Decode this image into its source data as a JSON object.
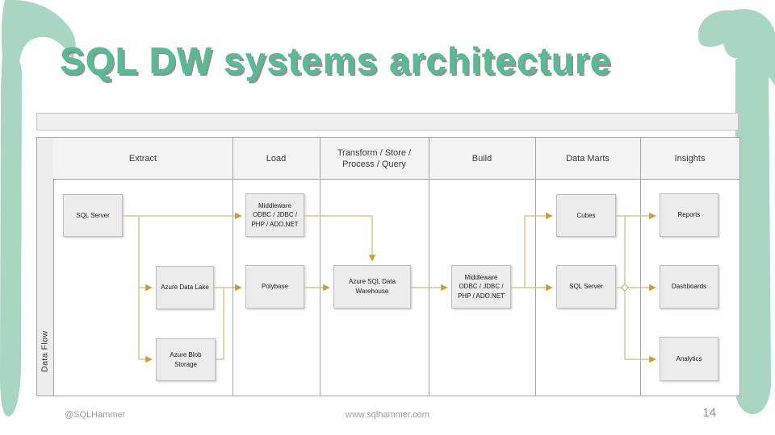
{
  "slide": {
    "title": "SQL DW systems architecture",
    "footer": {
      "left": "@SQLHammer",
      "center": "www.sqlhammer.com",
      "page_number": "14"
    }
  },
  "colors": {
    "decoration_teal": "#A9D6C2",
    "title_green": "#55BD93",
    "connector_gold": "#CDBB74",
    "arrowhead_gold": "#C19F3E",
    "node_fill": "#ECECEC"
  },
  "diagram": {
    "sidebar_label": "Data Flow",
    "columns": [
      {
        "label": "Extract"
      },
      {
        "label": "Load"
      },
      {
        "label": "Transform / Store / Process / Query"
      },
      {
        "label": "Build"
      },
      {
        "label": "Data Marts"
      },
      {
        "label": "Insights"
      }
    ],
    "nodes": {
      "extract_sql_server": "SQL Server",
      "extract_azure_data_lake": "Azure Data Lake",
      "extract_azure_blob_storage": "Azure Blob Storage",
      "load_middleware": "Middleware\nODBC / JDBC /\nPHP / ADO.NET",
      "load_polybase": "Polybase",
      "transform_azure_sql_dw": "Azure SQL Data\nWarehouse",
      "build_middleware": "Middleware\nODBC / JDBC /\nPHP / ADO.NET",
      "datamarts_cubes": "Cubes",
      "datamarts_sql_server": "SQL Server",
      "insights_reports": "Reports",
      "insights_dashboards": "Dashboards",
      "insights_analytics": "Analytics"
    }
  }
}
